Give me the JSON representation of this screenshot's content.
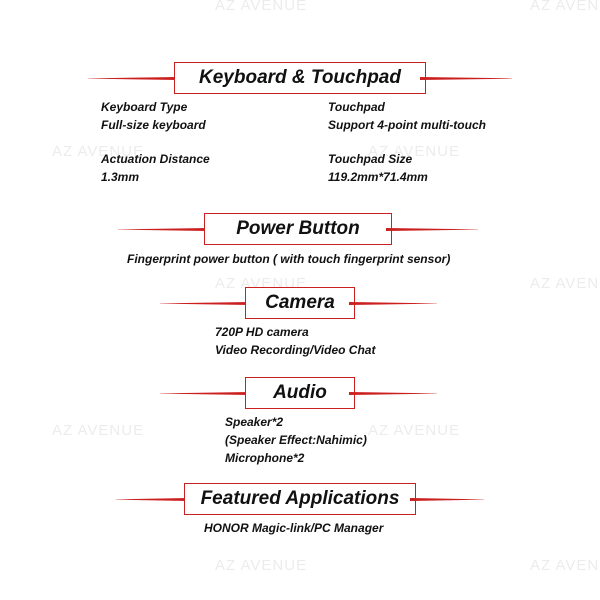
{
  "watermark": "AZ AVENUE",
  "colors": {
    "accent": "#cc1f1f",
    "watermark": "#ececec"
  },
  "keyboard": {
    "title": "Keyboard & Touchpad",
    "keyboard_type_label": "Keyboard Type",
    "keyboard_type_value": "Full-size keyboard",
    "actuation_label": "Actuation Distance",
    "actuation_value": "1.3mm",
    "touchpad_label": "Touchpad",
    "touchpad_value": "Support 4-point multi-touch",
    "touchpad_size_label": "Touchpad Size",
    "touchpad_size_value": "119.2mm*71.4mm"
  },
  "power": {
    "title": "Power Button",
    "line1": "Fingerprint power button ( with touch fingerprint sensor)"
  },
  "camera": {
    "title": "Camera",
    "line1": "720P HD camera",
    "line2": "Video Recording/Video Chat"
  },
  "audio": {
    "title": "Audio",
    "line1": "Speaker*2",
    "line2": "(Speaker Effect:Nahimic)",
    "line3": "Microphone*2"
  },
  "apps": {
    "title": "Featured Applications",
    "line1": "HONOR Magic-link/PC Manager"
  }
}
